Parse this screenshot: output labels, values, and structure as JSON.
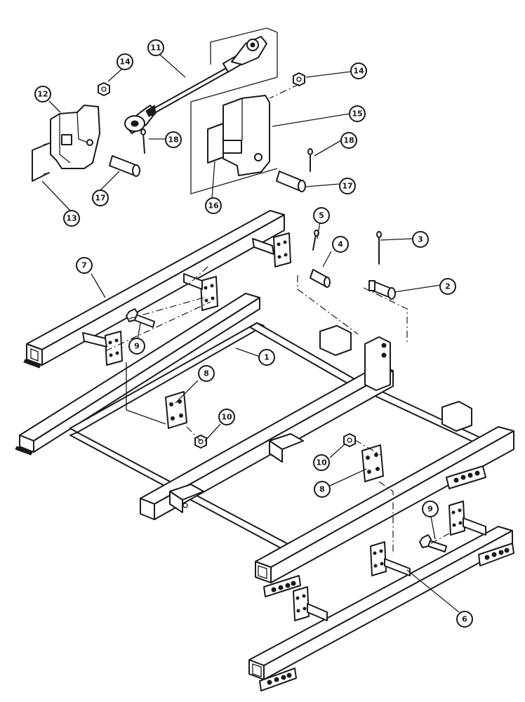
{
  "callouts": [
    {
      "id": "c1",
      "label": "1"
    },
    {
      "id": "c2",
      "label": "2"
    },
    {
      "id": "c3",
      "label": "3"
    },
    {
      "id": "c4",
      "label": "4"
    },
    {
      "id": "c5",
      "label": "5"
    },
    {
      "id": "c6",
      "label": "6"
    },
    {
      "id": "c7",
      "label": "7"
    },
    {
      "id": "c8a",
      "label": "8"
    },
    {
      "id": "c8b",
      "label": "8"
    },
    {
      "id": "c9a",
      "label": "9"
    },
    {
      "id": "c9b",
      "label": "9"
    },
    {
      "id": "c10a",
      "label": "10"
    },
    {
      "id": "c10b",
      "label": "10"
    },
    {
      "id": "c11",
      "label": "11"
    },
    {
      "id": "c12",
      "label": "12"
    },
    {
      "id": "c13",
      "label": "13"
    },
    {
      "id": "c14a",
      "label": "14"
    },
    {
      "id": "c14b",
      "label": "14"
    },
    {
      "id": "c15",
      "label": "15"
    },
    {
      "id": "c16",
      "label": "16"
    },
    {
      "id": "c17a",
      "label": "17"
    },
    {
      "id": "c17b",
      "label": "17"
    },
    {
      "id": "c18a",
      "label": "18"
    },
    {
      "id": "c18b",
      "label": "18"
    }
  ]
}
